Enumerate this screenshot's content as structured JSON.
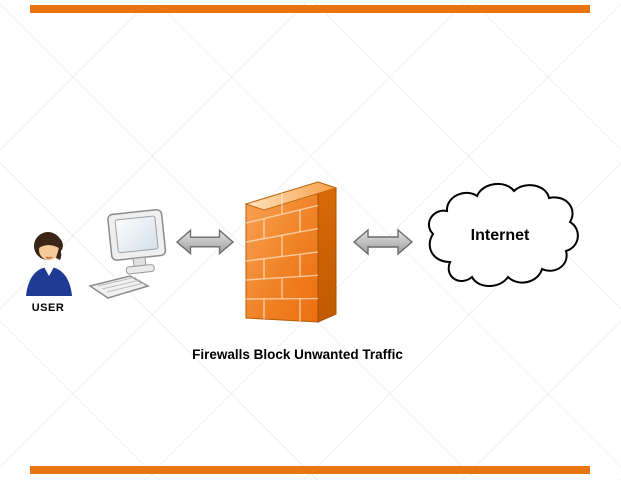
{
  "diagram": {
    "caption": "Firewalls Block Unwanted Traffic",
    "user_label": "USER",
    "internet_label": "Internet"
  },
  "icons": {
    "left": "user-icon",
    "computer": "computer-icon",
    "arrow_left": "double-arrow-icon",
    "center": "firewall-brick-wall-icon",
    "arrow_right": "double-arrow-icon",
    "right": "internet-cloud-icon"
  },
  "colors": {
    "accent_orange": "#E87511",
    "firewall_front_light": "#F9A55A",
    "firewall_front_dark": "#ED7212",
    "firewall_side": "#CE5F04",
    "arrow_gray": "#C6C6C6",
    "user_shirt_blue": "#1F3A93"
  }
}
